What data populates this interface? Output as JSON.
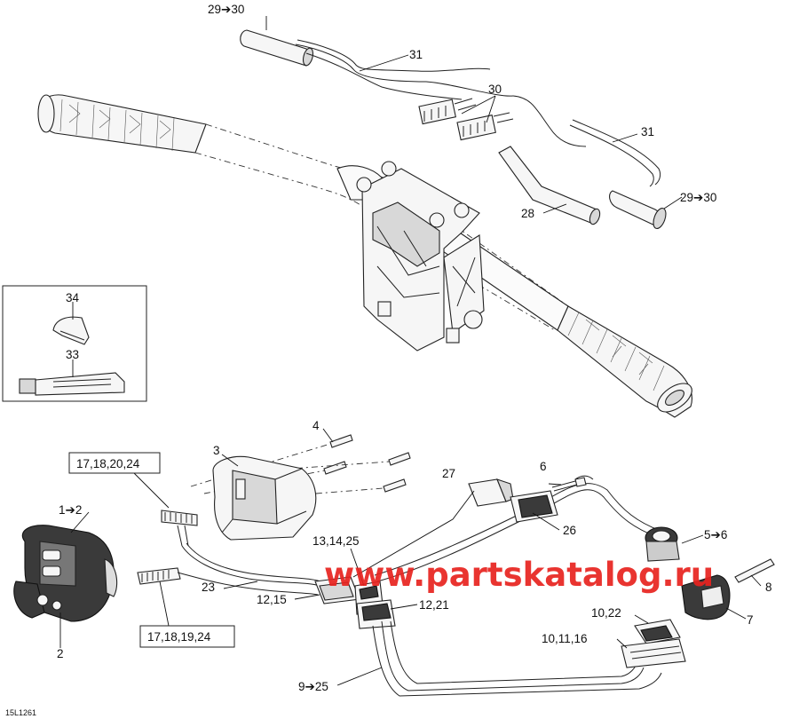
{
  "diagram": {
    "figure_code": "15L1261",
    "watermark": "www.partskatalog.ru",
    "callouts": {
      "c29_30_top": "29➔30",
      "c31_top": "31",
      "c30": "30",
      "c31_right": "31",
      "c28": "28",
      "c29_30_right": "29➔30",
      "c34": "34",
      "c33": "33",
      "c4": "4",
      "c3": "3",
      "c17_18_20_24": "17,18,20,24",
      "c1_2": "1➔2",
      "c2": "2",
      "c23": "23",
      "c17_18_19_24": "17,18,19,24",
      "c27": "27",
      "c6": "6",
      "c26": "26",
      "c13_14_25": "13,14,25",
      "c5_6": "5➔6",
      "c12_15": "12,15",
      "c12_21": "12,21",
      "c8": "8",
      "c7": "7",
      "c10_22": "10,22",
      "c10_11_16": "10,11,16",
      "c9_25": "9➔25"
    }
  }
}
